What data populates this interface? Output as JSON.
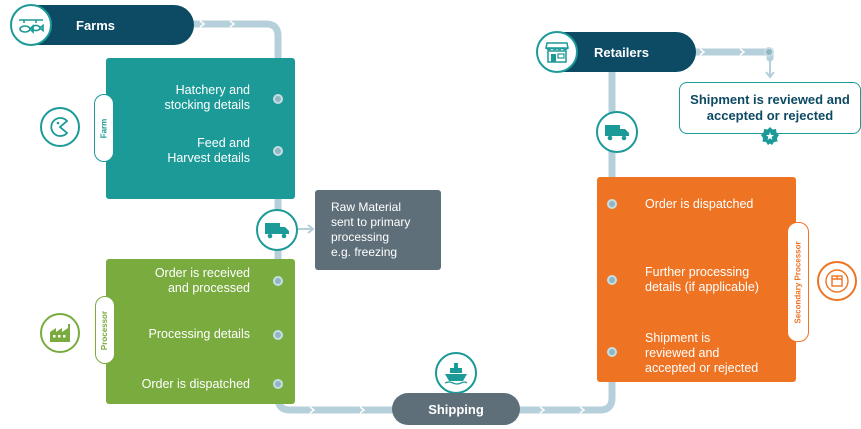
{
  "farms": {
    "label": "Farms"
  },
  "retailers": {
    "label": "Retailers"
  },
  "shipping": {
    "label": "Shipping"
  },
  "retailer_box": {
    "line1": "Shipment is reviewed and",
    "line2": "accepted or rejected"
  },
  "farm_panel": {
    "tab": "Farm",
    "items": [
      {
        "line1": "Hatchery and",
        "line2": "stocking details"
      },
      {
        "line1": "Feed and",
        "line2": "Harvest details"
      }
    ]
  },
  "raw_material": {
    "lines": [
      "Raw Material",
      "sent to primary",
      "processing",
      "e.g. freezing"
    ]
  },
  "processor_panel": {
    "tab": "Processor",
    "items": [
      {
        "line1": "Order is received",
        "line2": "and processed"
      },
      {
        "line1": "Processing details",
        "line2": ""
      },
      {
        "line1": "Order is dispatched",
        "line2": ""
      }
    ]
  },
  "secondary_panel": {
    "tab": "Secondary Processor",
    "items": [
      {
        "lines": [
          "Order is dispatched"
        ]
      },
      {
        "lines": [
          "Further processing",
          "details (if applicable)"
        ]
      },
      {
        "lines": [
          "Shipment is",
          "reviewed and",
          "accepted or rejected"
        ]
      }
    ]
  },
  "colors": {
    "navy": "#0d4a63",
    "teal": "#1b9a98",
    "green": "#7aab3f",
    "orange": "#ee7424",
    "gray": "#5f6f79",
    "track": "#b5d0da"
  },
  "icons": [
    "fish-icon",
    "pacman-fish-icon",
    "truck-icon",
    "factory-icon",
    "ship-icon",
    "store-icon",
    "package-icon",
    "badge-check-icon"
  ]
}
